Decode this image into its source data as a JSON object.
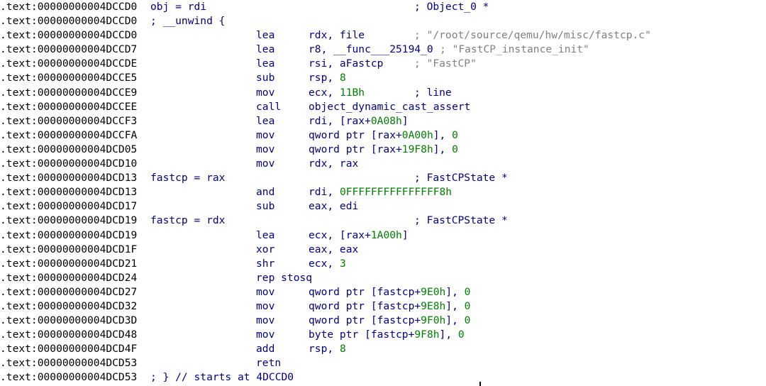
{
  "listing": {
    "colors": {
      "address": "#000000",
      "code": "#000080",
      "number": "#008000",
      "comment": "#808080",
      "background": "#ffffff"
    },
    "lines": [
      {
        "addr": ".text:00000000004DCCD0",
        "label": "obj = rdi",
        "comment_far": "; Object_0 *"
      },
      {
        "addr": ".text:00000000004DCCD0",
        "tail": "; __unwind {"
      },
      {
        "addr": ".text:00000000004DCCD0",
        "mnem": "lea",
        "ops": "rdx, file",
        "comment": "; \"/root/source/qemu/hw/misc/fastcp.c\""
      },
      {
        "addr": ".text:00000000004DCCD7",
        "mnem": "lea",
        "ops": "r8, __func___25194_0",
        "comment": "; \"FastCP_instance_init\""
      },
      {
        "addr": ".text:00000000004DCCDE",
        "mnem": "lea",
        "ops": "rsi, aFastcp",
        "comment": "; \"FastCP\""
      },
      {
        "addr": ".text:00000000004DCCE5",
        "mnem": "sub",
        "ops_pre": "rsp, ",
        "num": "8"
      },
      {
        "addr": ".text:00000000004DCCE9",
        "mnem": "mov",
        "ops_pre": "ecx, ",
        "num": "11Bh",
        "comment": "; line"
      },
      {
        "addr": ".text:00000000004DCCEE",
        "mnem": "call",
        "ops": "object_dynamic_cast_assert"
      },
      {
        "addr": ".text:00000000004DCCF3",
        "mnem": "lea",
        "ops_pre": "rdi, [rax+",
        "num": "0A08h",
        "ops_post": "]"
      },
      {
        "addr": ".text:00000000004DCCFA",
        "mnem": "mov",
        "ops_pre": "qword ptr [rax+",
        "num": "0A00h",
        "ops_post": "], ",
        "num2": "0"
      },
      {
        "addr": ".text:00000000004DCD05",
        "mnem": "mov",
        "ops_pre": "qword ptr [rax+",
        "num": "19F8h",
        "ops_post": "], ",
        "num2": "0"
      },
      {
        "addr": ".text:00000000004DCD10",
        "mnem": "mov",
        "ops": "rdx, rax"
      },
      {
        "addr": ".text:00000000004DCD13",
        "label": "fastcp = rax",
        "comment_far": "; FastCPState *"
      },
      {
        "addr": ".text:00000000004DCD13",
        "mnem": "and",
        "ops_pre": "rdi, ",
        "num": "0FFFFFFFFFFFFFFF8h"
      },
      {
        "addr": ".text:00000000004DCD17",
        "mnem": "sub",
        "ops": "eax, edi"
      },
      {
        "addr": ".text:00000000004DCD19",
        "label": "fastcp = rdx",
        "comment_far": "; FastCPState *"
      },
      {
        "addr": ".text:00000000004DCD19",
        "mnem": "lea",
        "ops_pre": "ecx, [rax+",
        "num": "1A00h",
        "ops_post": "]"
      },
      {
        "addr": ".text:00000000004DCD1F",
        "mnem": "xor",
        "ops": "eax, eax"
      },
      {
        "addr": ".text:00000000004DCD21",
        "mnem": "shr",
        "ops_pre": "ecx, ",
        "num": "3"
      },
      {
        "addr": ".text:00000000004DCD24",
        "mnem": "rep stosq"
      },
      {
        "addr": ".text:00000000004DCD27",
        "mnem": "mov",
        "ops_pre": "qword ptr [fastcp+",
        "num": "9E0h",
        "ops_post": "], ",
        "num2": "0"
      },
      {
        "addr": ".text:00000000004DCD32",
        "mnem": "mov",
        "ops_pre": "qword ptr [fastcp+",
        "num": "9E8h",
        "ops_post": "], ",
        "num2": "0"
      },
      {
        "addr": ".text:00000000004DCD3D",
        "mnem": "mov",
        "ops_pre": "qword ptr [fastcp+",
        "num": "9F0h",
        "ops_post": "], ",
        "num2": "0"
      },
      {
        "addr": ".text:00000000004DCD48",
        "mnem": "mov",
        "ops_pre": "byte ptr [fastcp+",
        "num": "9F8h",
        "ops_post": "], ",
        "num2": "0"
      },
      {
        "addr": ".text:00000000004DCD4F",
        "mnem": "add",
        "ops_pre": "rsp, ",
        "num": "8"
      },
      {
        "addr": ".text:00000000004DCD53",
        "mnem": "retn"
      },
      {
        "addr": ".text:00000000004DCD53",
        "tail": "; } // starts at 4DCCD0"
      }
    ]
  }
}
